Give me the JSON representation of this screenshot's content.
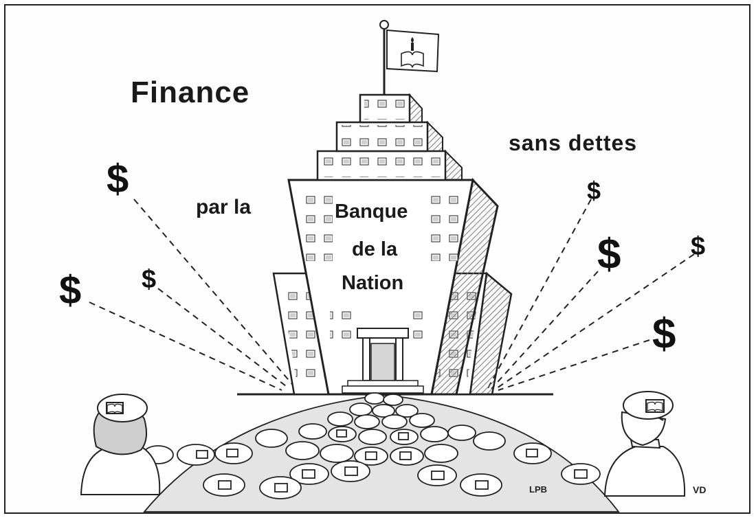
{
  "texts": {
    "title": "Finance",
    "par_la": "par la",
    "sans_dettes": "sans dettes",
    "bank_line1": "Banque",
    "bank_line2": "de la",
    "bank_line3": "Nation",
    "signature": "VD",
    "lpb": "LPB"
  },
  "dollar_symbol": "$",
  "colors": {
    "ink": "#1a1a1a",
    "paper": "#fdfdfd",
    "shade": "#9a9a9a"
  },
  "icons": [
    "flag-icon",
    "book-candle-icon"
  ]
}
